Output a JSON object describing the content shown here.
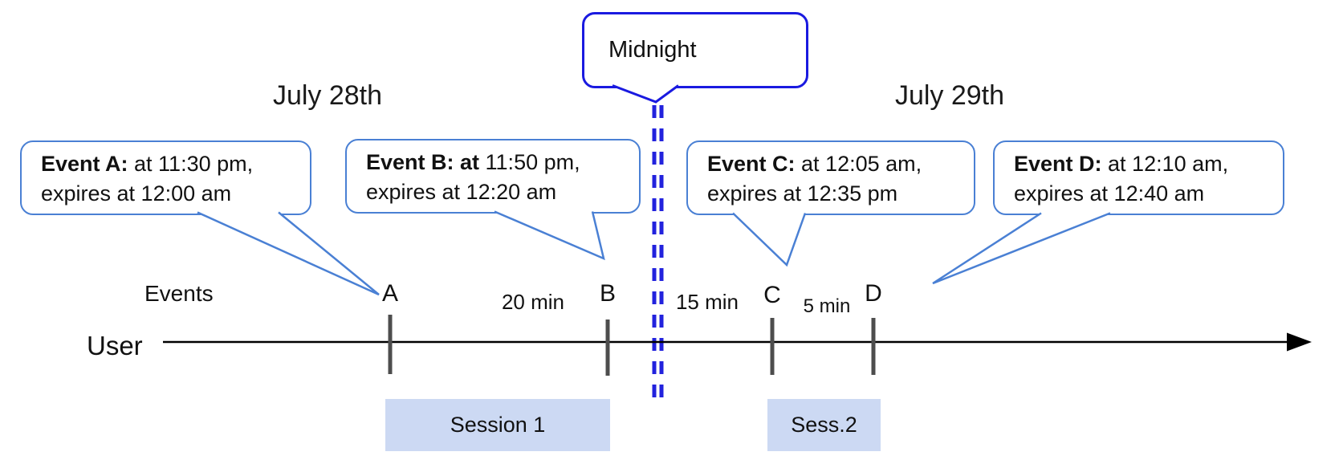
{
  "dates": {
    "left": "July 28th",
    "right": "July 29th"
  },
  "midnight": {
    "label": "Midnight"
  },
  "callouts": [
    {
      "id": "A",
      "bold": "Event A:",
      "line1_rest": " at 11:30 pm,",
      "line2": "expires at 12:00 am"
    },
    {
      "id": "B",
      "bold": "Event B: at",
      "line1_rest": " 11:50 pm,",
      "line2": "expires at 12:20 am"
    },
    {
      "id": "C",
      "bold": "Event C:",
      "line1_rest": " at 12:05 am,",
      "line2": "expires at 12:35 pm"
    },
    {
      "id": "D",
      "bold": "Event D:",
      "line1_rest": " at 12:10 am,",
      "line2": "expires at 12:40 am"
    }
  ],
  "timeline": {
    "axis_label": "User",
    "events_label": "Events",
    "ticks": [
      "A",
      "B",
      "C",
      "D"
    ],
    "intervals": [
      "20 min",
      "15 min",
      "5 min"
    ]
  },
  "sessions": [
    {
      "label": "Session 1"
    },
    {
      "label": "Sess.2"
    }
  ],
  "colors": {
    "callout_border": "#4a80d4",
    "midnight_border": "#1a1ae0",
    "dashed_line": "#2222dd",
    "session_fill": "#ccd9f3",
    "tick_gray": "#4d4d4d",
    "timeline_black": "#000000"
  }
}
